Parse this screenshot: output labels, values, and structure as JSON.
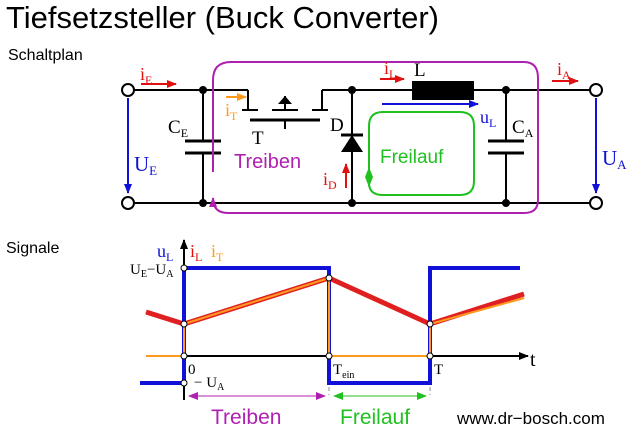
{
  "title": "Tiefsetzsteller (Buck Converter)",
  "section_schematic": "Schaltplan",
  "section_signals": "Signale",
  "schematic": {
    "i_E": {
      "base": "i",
      "sub": "E"
    },
    "i_T": {
      "base": "i",
      "sub": "T"
    },
    "i_L": {
      "base": "i",
      "sub": "L"
    },
    "i_A": {
      "base": "i",
      "sub": "A"
    },
    "i_D": {
      "base": "i",
      "sub": "D"
    },
    "u_L": {
      "base": "u",
      "sub": "L"
    },
    "U_E": {
      "base": "U",
      "sub": "E"
    },
    "U_A": {
      "base": "U",
      "sub": "A"
    },
    "C_E": {
      "base": "C",
      "sub": "E"
    },
    "C_A": {
      "base": "C",
      "sub": "A"
    },
    "inductor": "L",
    "transistor": "T",
    "diode": "D",
    "loop_drive": "Treiben",
    "loop_freewheel": "Freilauf"
  },
  "signals": {
    "legend_uL": {
      "base": "u",
      "sub": "L"
    },
    "legend_iL": {
      "base": "i",
      "sub": "L"
    },
    "legend_iT": {
      "base": "i",
      "sub": "T"
    },
    "level_high": {
      "a": "U",
      "a_sub": "E",
      "op": "−",
      "b": "U",
      "b_sub": "A"
    },
    "level_low": {
      "op": "− ",
      "b": "U",
      "b_sub": "A"
    },
    "t_zero": "0",
    "t_on": {
      "base": "T",
      "sub": "ein"
    },
    "t_period": "T",
    "t_axis": "t",
    "phase_drive": "Treiben",
    "phase_freewheel": "Freilauf"
  },
  "footer": "www.dr−bosch.com",
  "colors": {
    "ui_blue": "#1010d8",
    "current_red": "#e01010",
    "inductor_current": "#e02020",
    "transistor_current": "#ff9a1f",
    "drive_loop": "#b020b0",
    "freewheel_loop": "#20c020"
  }
}
